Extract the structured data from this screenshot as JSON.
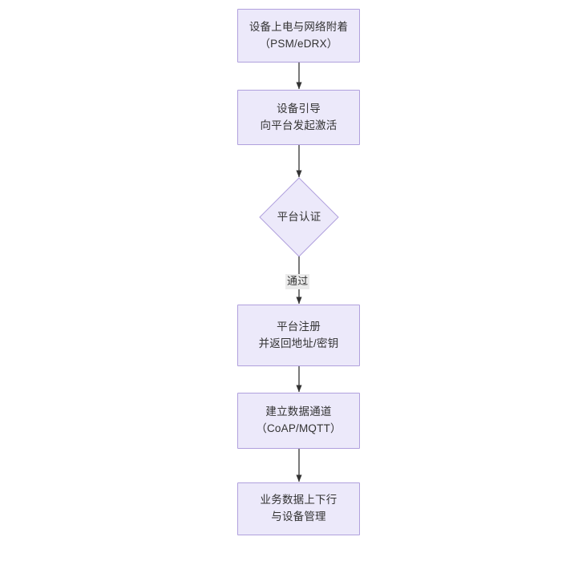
{
  "diagram": {
    "type": "flowchart",
    "orientation": "top-to-bottom",
    "title": "",
    "colors": {
      "node_fill": "#ece9fa",
      "node_border": "#b0a0dd",
      "text": "#333333",
      "edge_line": "#333333",
      "edge_label_bg": "#ebebeb",
      "canvas": "#ffffff"
    },
    "nodes": [
      {
        "id": "n1",
        "shape": "rect",
        "lines": [
          "设备上电与网络附着",
          "（PSM/eDRX）"
        ]
      },
      {
        "id": "n2",
        "shape": "rect",
        "lines": [
          "设备引导",
          "向平台发起激活"
        ]
      },
      {
        "id": "n3",
        "shape": "diamond",
        "lines": [
          "平台认证"
        ]
      },
      {
        "id": "n4",
        "shape": "rect",
        "lines": [
          "平台注册",
          "并返回地址/密钥"
        ]
      },
      {
        "id": "n5",
        "shape": "rect",
        "lines": [
          "建立数据通道",
          "（CoAP/MQTT）"
        ]
      },
      {
        "id": "n6",
        "shape": "rect",
        "lines": [
          "业务数据上下行",
          "与设备管理"
        ]
      }
    ],
    "edges": [
      {
        "from": "n1",
        "to": "n2",
        "label": ""
      },
      {
        "from": "n2",
        "to": "n3",
        "label": ""
      },
      {
        "from": "n3",
        "to": "n4",
        "label": "通过"
      },
      {
        "from": "n4",
        "to": "n5",
        "label": ""
      },
      {
        "from": "n5",
        "to": "n6",
        "label": ""
      }
    ]
  }
}
